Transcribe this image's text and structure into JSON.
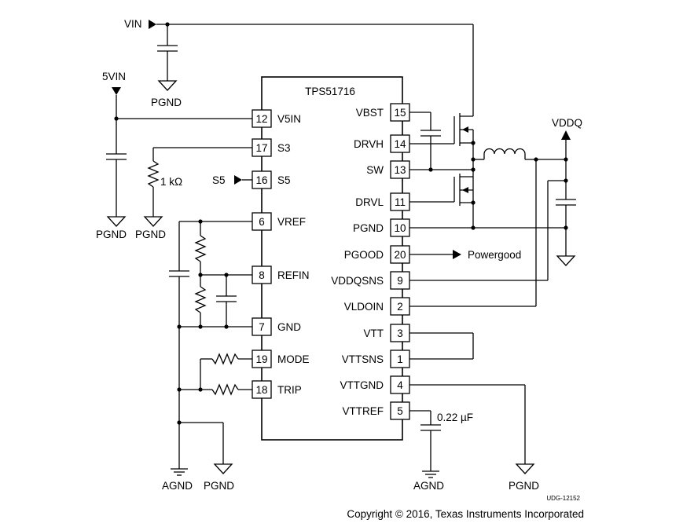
{
  "chip": {
    "part_number": "TPS51716"
  },
  "pins_left": [
    {
      "num": "12",
      "name": "V5IN"
    },
    {
      "num": "17",
      "name": "S3"
    },
    {
      "num": "16",
      "name": "S5"
    },
    {
      "num": "6",
      "name": "VREF"
    },
    {
      "num": "8",
      "name": "REFIN"
    },
    {
      "num": "7",
      "name": "GND"
    },
    {
      "num": "19",
      "name": "MODE"
    },
    {
      "num": "18",
      "name": "TRIP"
    }
  ],
  "pins_right": [
    {
      "num": "15",
      "name": "VBST"
    },
    {
      "num": "14",
      "name": "DRVH"
    },
    {
      "num": "13",
      "name": "SW"
    },
    {
      "num": "11",
      "name": "DRVL"
    },
    {
      "num": "10",
      "name": "PGND"
    },
    {
      "num": "20",
      "name": "PGOOD"
    },
    {
      "num": "9",
      "name": "VDDQSNS"
    },
    {
      "num": "2",
      "name": "VLDOIN"
    },
    {
      "num": "3",
      "name": "VTT"
    },
    {
      "num": "1",
      "name": "VTTSNS"
    },
    {
      "num": "4",
      "name": "VTTGND"
    },
    {
      "num": "5",
      "name": "VTTREF"
    }
  ],
  "nets": {
    "vin": "VIN",
    "five_vin": "5VIN",
    "s5": "S5",
    "vddq": "VDDQ",
    "powergood": "Powergood",
    "pgnd": "PGND",
    "agnd": "AGND"
  },
  "components": {
    "r_s3": "1 kΩ",
    "c_vttref": "0.22 µF"
  },
  "footer": {
    "drawing_id": "UDG-12152",
    "copyright": "Copyright © 2016, Texas Instruments Incorporated"
  }
}
